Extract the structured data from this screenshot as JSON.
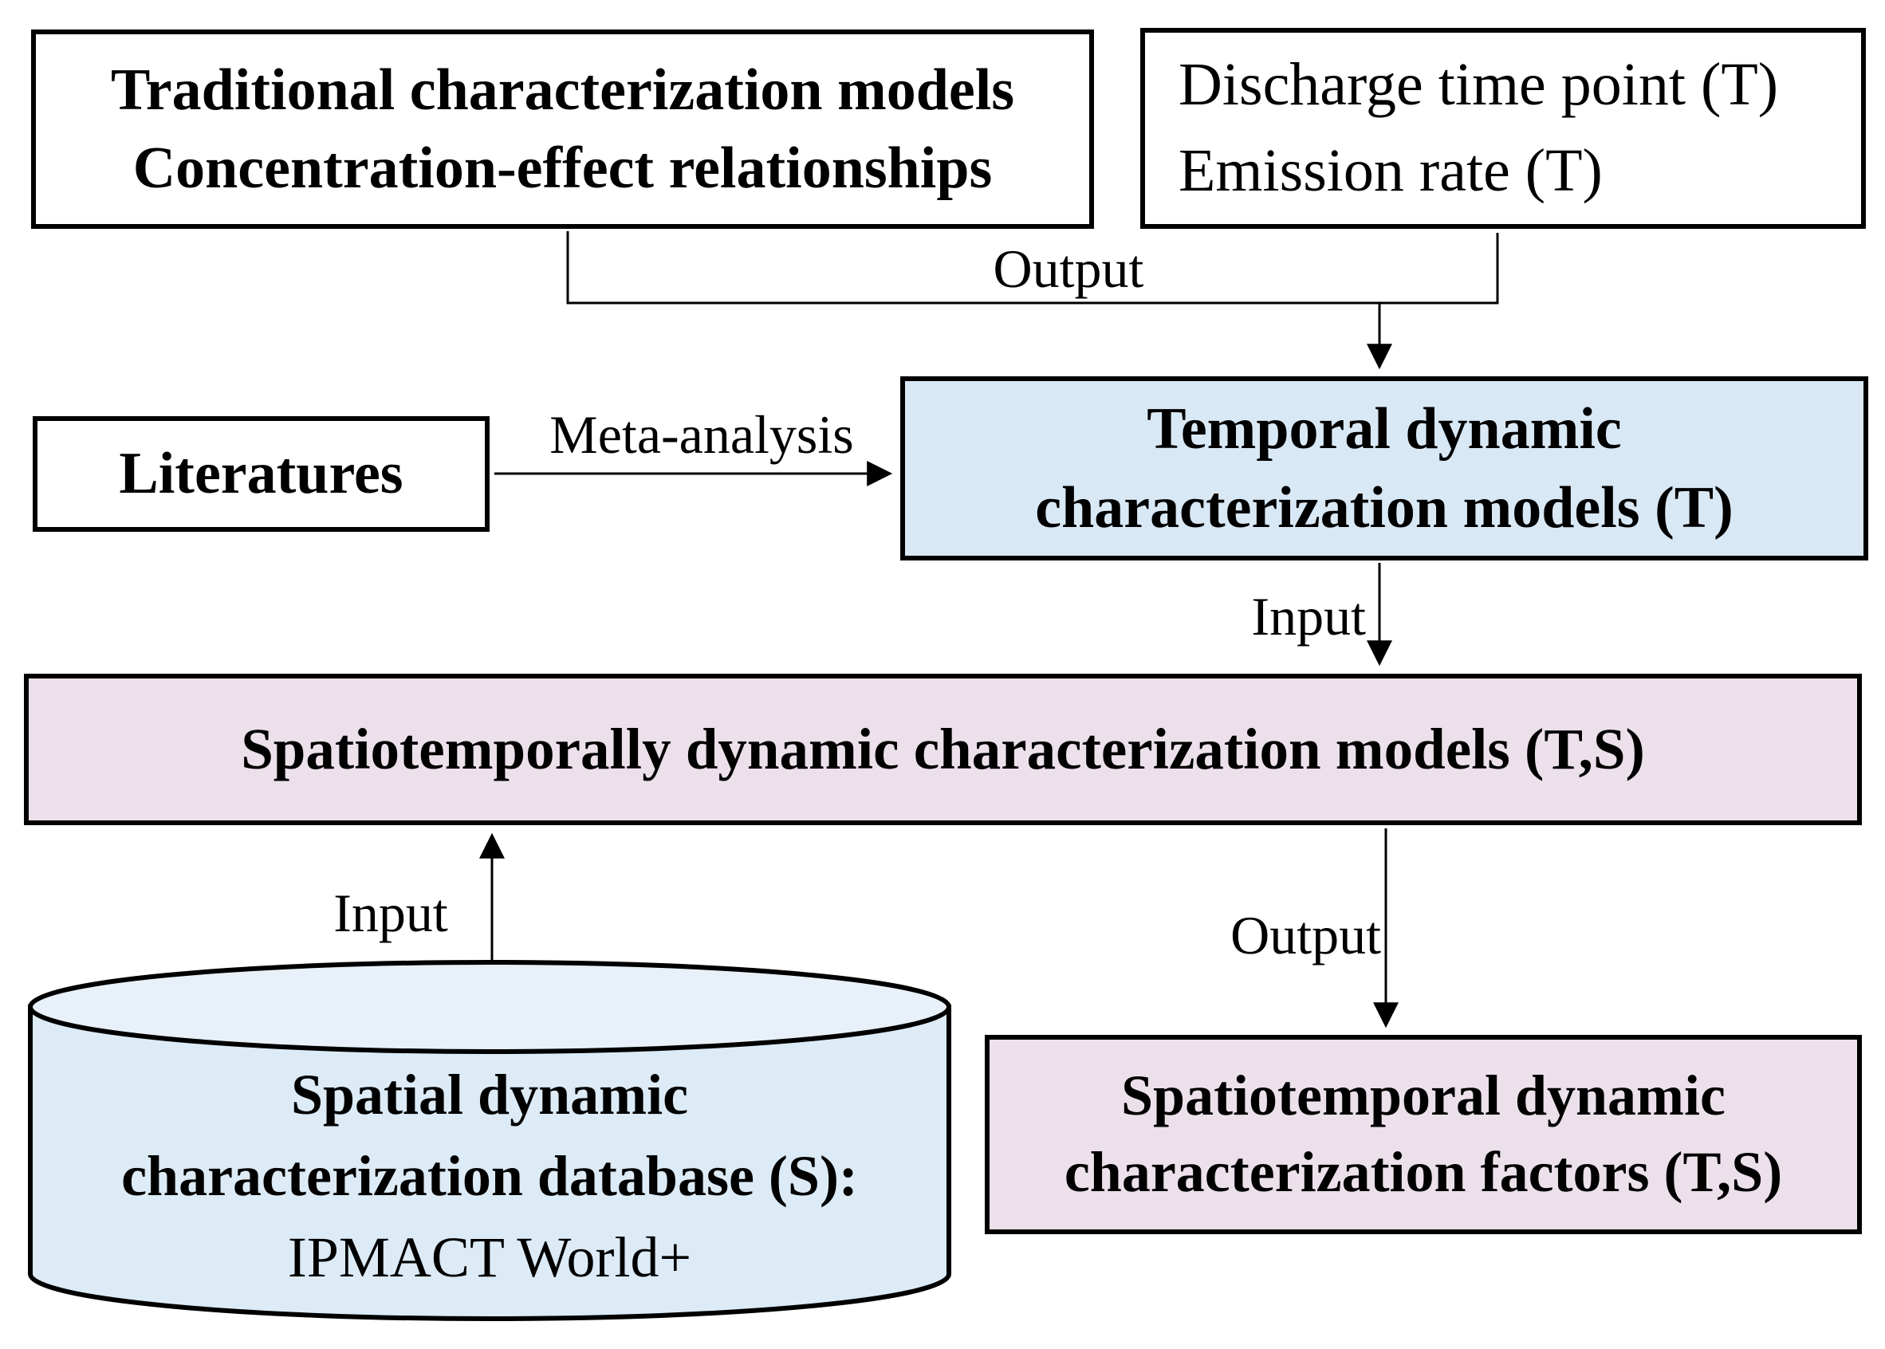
{
  "diagram": {
    "boxes": {
      "traditional": "Traditional characterization models\nConcentration-effect relationships",
      "discharge": "Discharge time point (T)\nEmission rate (T)",
      "temporal": "Temporal dynamic\ncharacterization models (T)",
      "literatures": "Literatures",
      "spatiotemporal_models": "Spatiotemporally dynamic characterization models (T,S)",
      "factors": "Spatiotemporal dynamic\ncharacterization factors (T,S)"
    },
    "database": {
      "line1": "Spatial dynamic",
      "line2": "characterization database (S):",
      "line3": "IPMACT World+"
    },
    "labels": {
      "output_top": "Output",
      "meta_analysis": "Meta-analysis",
      "input_temporal": "Input",
      "input_database": "Input",
      "output_factors": "Output"
    },
    "colors": {
      "temporal_fill": "#d9e8f5",
      "pink_fill": "#ece0eb",
      "database_body_fill": "#dcebf6",
      "database_top_fill": "#e8f1f9",
      "line_color": "#000000"
    }
  }
}
